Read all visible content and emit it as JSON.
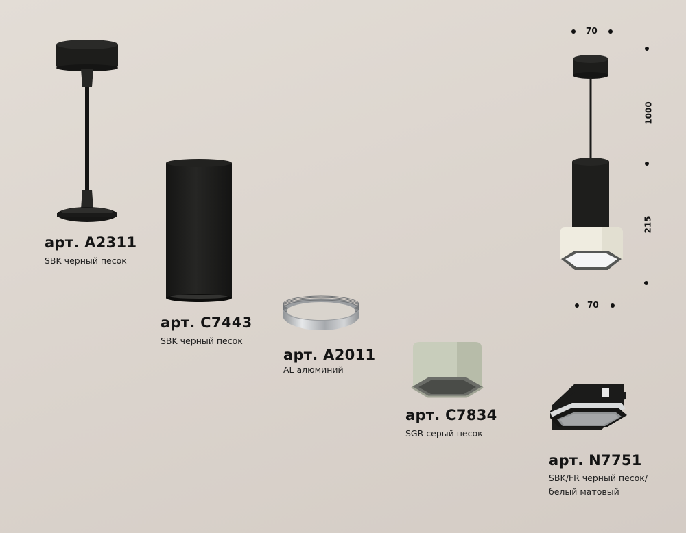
{
  "products": [
    {
      "article": "арт. A2311",
      "description": "SBK черный песок",
      "part": "suspension-mount"
    },
    {
      "article": "арт. C7443",
      "description": "SBK черный песок",
      "part": "cylinder-body"
    },
    {
      "article": "арт. A2011",
      "description": "AL алюминий",
      "part": "ring"
    },
    {
      "article": "арт. C7834",
      "description": "SGR серый песок",
      "part": "square-shade"
    },
    {
      "article": "арт. N7751",
      "description_line1": "SBK/FR черный песок/",
      "description_line2": "белый матовый",
      "part": "square-lens"
    }
  ],
  "assembly": {
    "dimensions": {
      "top_width": "70",
      "bottom_width": "70",
      "cord_length": "1000",
      "body_height": "215"
    }
  },
  "colors": {
    "background": "#dcd5ce",
    "black_sand": "#1c1c1a",
    "aluminium": "#b9bcbf",
    "grey_sand": "#c9cdbd",
    "white_matte": "#efece0"
  }
}
